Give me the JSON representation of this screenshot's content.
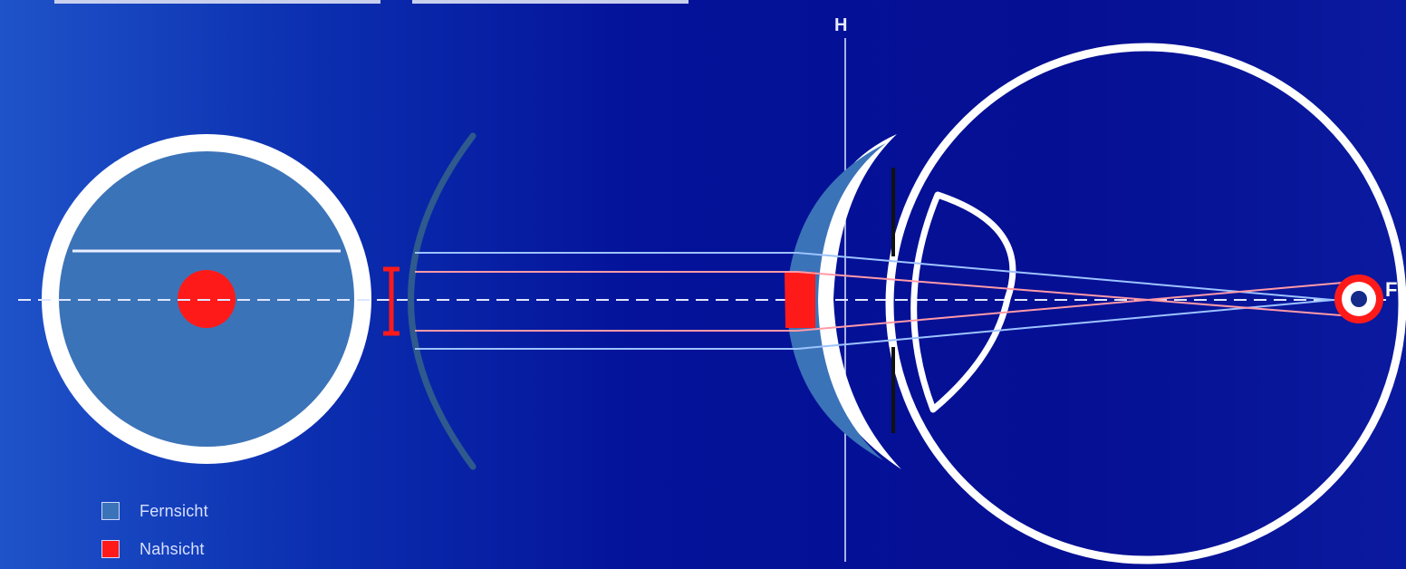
{
  "diagram": {
    "labels": {
      "principal_plane": "H",
      "focal_point": "F'"
    },
    "legend": [
      {
        "label": "Fernsicht",
        "color": "#3b73b8"
      },
      {
        "label": "Nahsicht",
        "color": "#ff1a1a"
      }
    ],
    "colors": {
      "background": "#04139a",
      "far_zone": "#3b73b8",
      "near_zone": "#ff1a1a",
      "outline": "#ffffff",
      "lens_arc": "#2e5a8e",
      "far_ray": "#9dc3ff",
      "near_ray": "#ff9aa8",
      "axis": "#dfe6ff",
      "iris": "#111111"
    }
  }
}
